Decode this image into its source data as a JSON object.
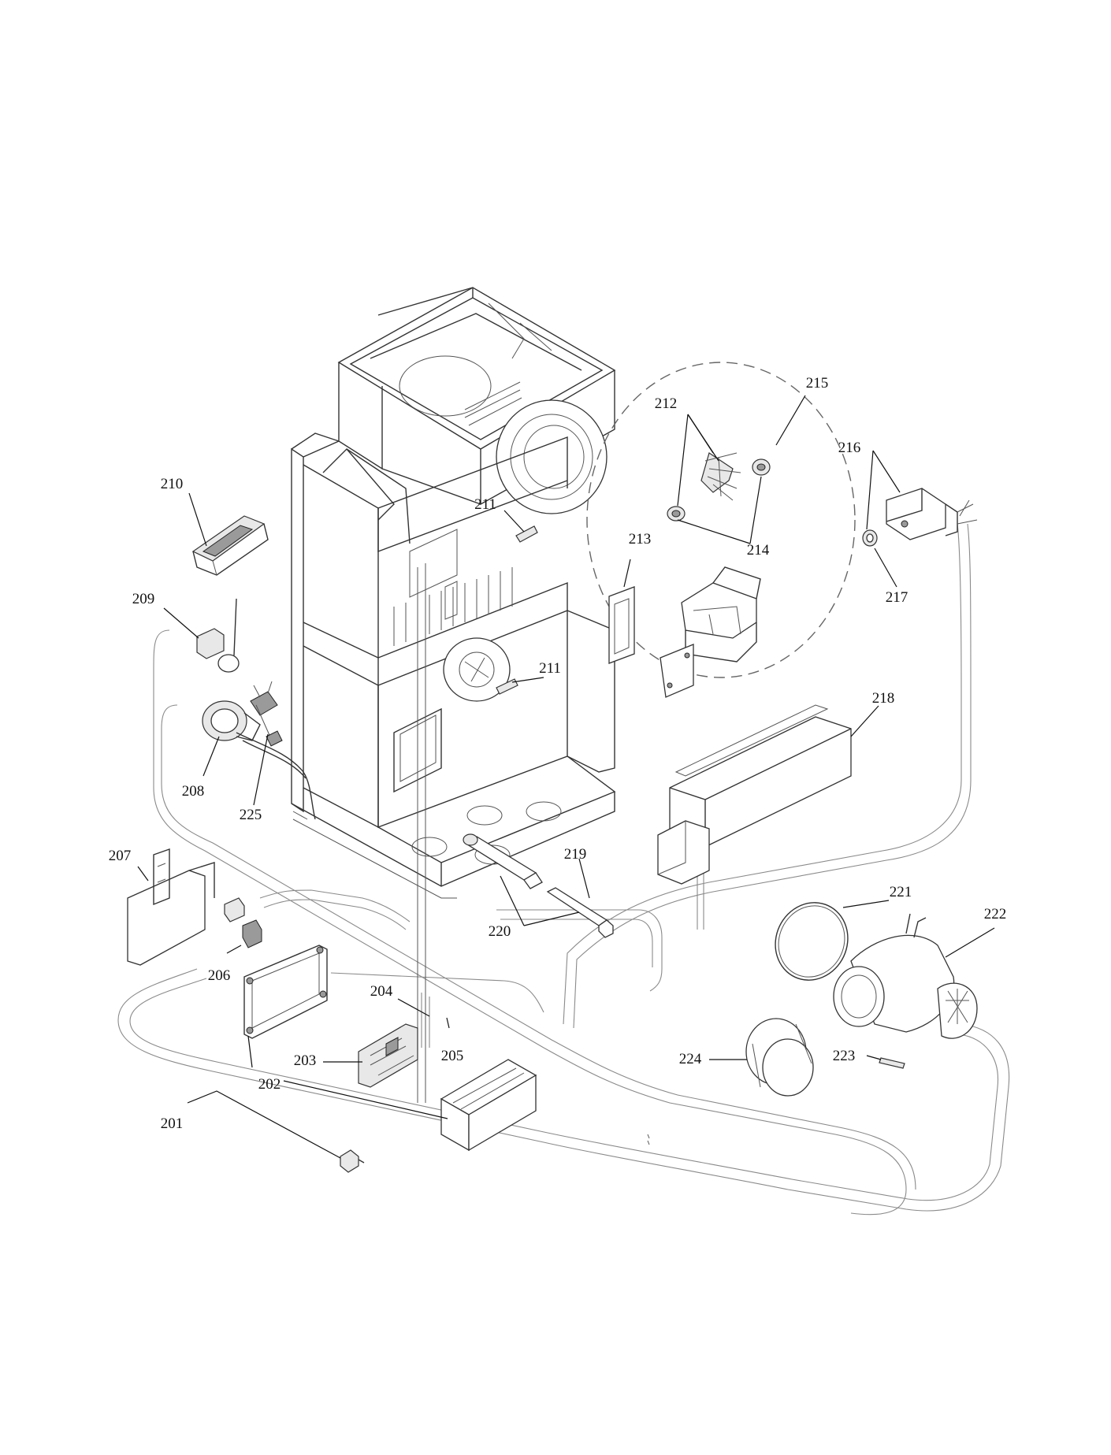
{
  "callouts": {
    "c201": "201",
    "c202": "202",
    "c203": "203",
    "c204": "204",
    "c205": "205",
    "c206": "206",
    "c207": "207",
    "c208": "208",
    "c209": "209",
    "c210": "210",
    "c211a": "211",
    "c211b": "211",
    "c212": "212",
    "c213": "213",
    "c214": "214",
    "c215": "215",
    "c216": "216",
    "c217": "217",
    "c218": "218",
    "c219": "219",
    "c220": "220",
    "c221": "221",
    "c222": "222",
    "c223": "223",
    "c224": "224",
    "c225": "225"
  },
  "colors": {
    "background": "#ffffff",
    "line": "#333333",
    "wire": "#8a8a8a"
  }
}
